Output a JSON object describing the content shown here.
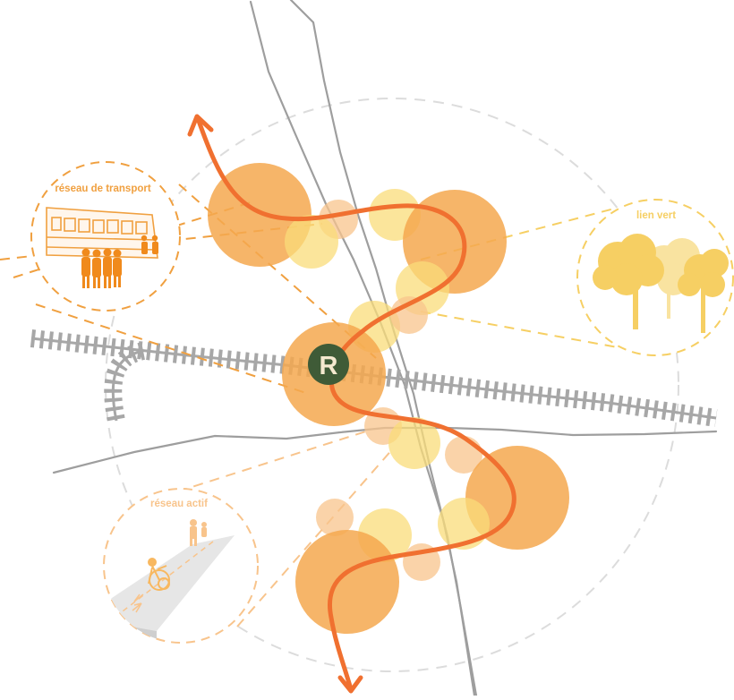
{
  "labels": {
    "transport": "réseau de transport",
    "green": "lien vert",
    "active": "réseau actif",
    "hub": "R"
  },
  "colors": {
    "orange_dark": "#f07030",
    "orange_circle": "#f5a84f",
    "peach": "#f8c48c",
    "yellow": "#f9dc7a",
    "hub_green": "#3f5b37",
    "hub_text": "#f4e9cf",
    "road_gray": "#9b9b9b",
    "rail_gray": "#a7a7a7",
    "dash_gray": "#d9d9d9",
    "transport_orange": "#f0a040",
    "green_link_yellow": "#f6cf63",
    "active_peach": "#f8c48c"
  },
  "icons": {
    "transport": "train-and-people-icon",
    "green": "trees-icon",
    "active": "cyclist-on-path-icon"
  }
}
